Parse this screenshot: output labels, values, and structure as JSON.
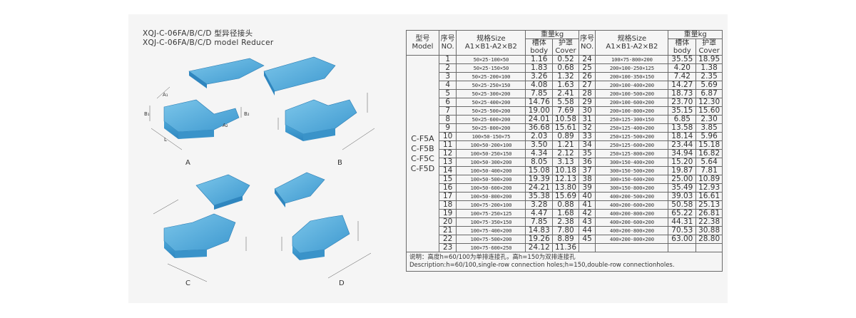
{
  "title_cn": "XQJ-C-06FA/B/C/D 型异径接头",
  "title_en": "XQJ-C-06FA/B/C/D model Reducer",
  "figure_labels": [
    "A",
    "B",
    "C",
    "D"
  ],
  "dimension_labels": [
    "A₁",
    "B₁",
    "A₂",
    "B₂",
    "L"
  ],
  "header": {
    "model_cn": "型号",
    "model_en": "Model",
    "no_cn": "序号",
    "no_en": "NO.",
    "size_cn": "规格Size",
    "size_en": "A1×B1-A2×B2",
    "weight": "重量kg",
    "body_cn": "槽体",
    "body_en": "body",
    "cover_cn": "护罩",
    "cover_en": "Cover"
  },
  "model_names": [
    "C-F5A",
    "C-F5B",
    "C-F5C",
    "C-F5D"
  ],
  "rows_left": [
    [
      "1",
      "50×25-100×50",
      "1.16",
      "0.52"
    ],
    [
      "2",
      "50×25-150×50",
      "1.83",
      "0.68"
    ],
    [
      "3",
      "50×25-200×100",
      "3.26",
      "1.32"
    ],
    [
      "4",
      "50×25-250×150",
      "4.08",
      "1.63"
    ],
    [
      "5",
      "50×25-300×200",
      "7.85",
      "2.41"
    ],
    [
      "6",
      "50×25-400×200",
      "14.76",
      "5.58"
    ],
    [
      "7",
      "50×25-500×200",
      "19.00",
      "7.69"
    ],
    [
      "8",
      "50×25-600×200",
      "24.01",
      "10.58"
    ],
    [
      "9",
      "50×25-800×200",
      "36.68",
      "15.61"
    ],
    [
      "10",
      "100×50-150×75",
      "2.03",
      "0.89"
    ],
    [
      "11",
      "100×50-200×100",
      "3.50",
      "1.21"
    ],
    [
      "12",
      "100×50-250×150",
      "4.34",
      "2.12"
    ],
    [
      "13",
      "100×50-300×200",
      "8.05",
      "3.13"
    ],
    [
      "14",
      "100×50-400×200",
      "15.08",
      "10.18"
    ],
    [
      "15",
      "100×50-500×200",
      "19.39",
      "12.13"
    ],
    [
      "16",
      "100×50-600×200",
      "24.21",
      "13.80"
    ],
    [
      "17",
      "100×50-800×200",
      "35.38",
      "15.69"
    ],
    [
      "18",
      "100×75-200×100",
      "3.28",
      "0.88"
    ],
    [
      "19",
      "100×75-250×125",
      "4.47",
      "1.68"
    ],
    [
      "20",
      "100×75-350×150",
      "7.85",
      "2.38"
    ],
    [
      "21",
      "100×75-400×200",
      "14.83",
      "7.80"
    ],
    [
      "22",
      "100×75-500×200",
      "19.26",
      "8.89"
    ],
    [
      "23",
      "100×75-600×250",
      "24.12",
      "11.36"
    ]
  ],
  "rows_right": [
    [
      "24",
      "100×75-800×200",
      "35.55",
      "18.95"
    ],
    [
      "25",
      "200×100-250×125",
      "4.20",
      "1.38"
    ],
    [
      "26",
      "200×100-350×150",
      "7.42",
      "2.35"
    ],
    [
      "27",
      "200×100-400×200",
      "14.27",
      "5.69"
    ],
    [
      "28",
      "200×100-500×200",
      "18.73",
      "6.87"
    ],
    [
      "29",
      "200×100-600×200",
      "23.70",
      "12.30"
    ],
    [
      "30",
      "200×100-800×200",
      "35.15",
      "15.60"
    ],
    [
      "31",
      "250×125-300×150",
      "6.85",
      "2.30"
    ],
    [
      "32",
      "250×125-400×200",
      "13.58",
      "3.85"
    ],
    [
      "33",
      "250×125-500×200",
      "18.14",
      "5.96"
    ],
    [
      "34",
      "250×125-600×200",
      "23.44",
      "15.18"
    ],
    [
      "35",
      "250×125-800×200",
      "34.94",
      "16.82"
    ],
    [
      "36",
      "300×150-400×200",
      "15.20",
      "5.64"
    ],
    [
      "37",
      "300×150-500×200",
      "19.87",
      "7.81"
    ],
    [
      "38",
      "300×150-600×200",
      "25.00",
      "10.89"
    ],
    [
      "39",
      "300×150-800×200",
      "35.49",
      "12.93"
    ],
    [
      "40",
      "400×200-500×200",
      "39.03",
      "16.61"
    ],
    [
      "41",
      "400×200-600×200",
      "50.58",
      "25.13"
    ],
    [
      "42",
      "400×200-800×200",
      "65.22",
      "26.81"
    ],
    [
      "43",
      "400×200-600×200",
      "44.31",
      "22.38"
    ],
    [
      "44",
      "400×200-800×200",
      "70.53",
      "30.88"
    ],
    [
      "45",
      "400×200-800×200",
      "63.00",
      "28.80"
    ]
  ],
  "note_cn": "说明：高度h=60/100为单排连接孔，高h=150为双排连接孔",
  "note_en": "Description:h=60/100,single-row connection holes;h=150,double-row connectionholes."
}
